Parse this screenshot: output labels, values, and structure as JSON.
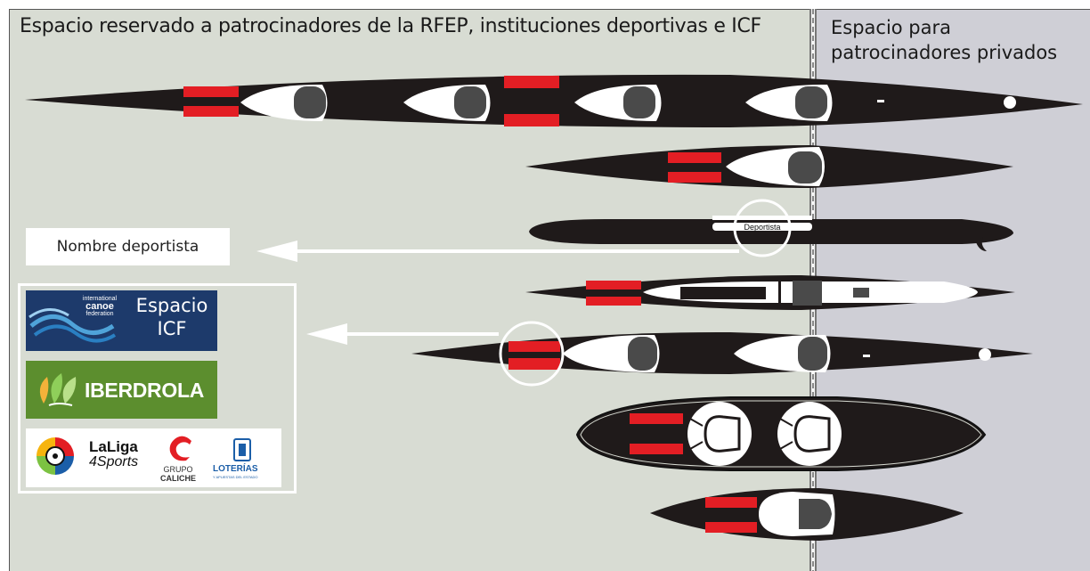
{
  "zones": {
    "left_title": "Espacio reservado a patrocinadores de la RFEP, instituciones deportivas e ICF",
    "right_title_line1": "Espacio para",
    "right_title_line2": "patrocinadores privados"
  },
  "labels": {
    "athlete_name_box": "Nombre deportista",
    "paddle_board_name": "Deportista"
  },
  "logos": {
    "icf_small_line1": "international",
    "icf_brand": "canoe",
    "icf_small_line2": "federation",
    "icf_title_line1": "Espacio",
    "icf_title_line2": "ICF",
    "iberdrola": "IBERDROLA",
    "laliga_line1": "LaLiga",
    "laliga_line2": "4Sports",
    "grupo_line1": "GRUPO",
    "grupo_line2": "CALICHE",
    "loterias": "LOTERÍAS",
    "loterias_sub": "Y APUESTAS DEL ESTADO"
  },
  "colors": {
    "left_zone": "#d8dcd3",
    "right_zone": "#cfcfd6",
    "hull": "#1f1a1a",
    "sponsor_stripe": "#e31e24",
    "icf_blue": "#1d3a6b",
    "iberdrola_green": "#5c8e2e"
  },
  "icons": [
    "k4-kayak-icon",
    "k1-kayak-icon",
    "paddle-board-icon",
    "c1-canoe-icon",
    "k2-kayak-icon",
    "rafting-boat-icon",
    "slalom-kayak-icon",
    "arrow-left-icon"
  ]
}
